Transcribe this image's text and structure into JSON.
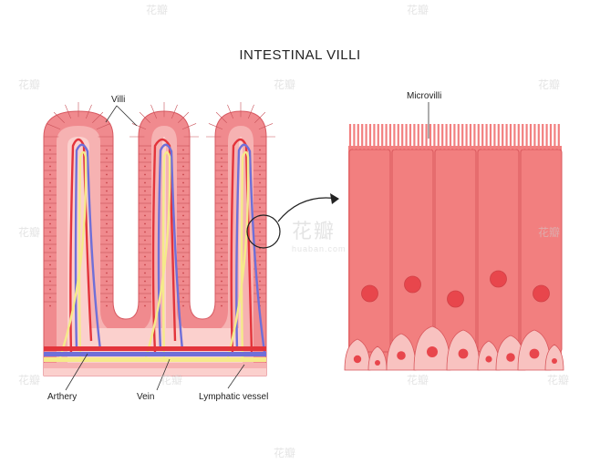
{
  "title": "INTESTINAL VILLI",
  "labels": {
    "villi": "Villi",
    "microvilli": "Microvilli",
    "artery": "Arthery",
    "vein": "Vein",
    "lymphatic": "Lymphatic vessel"
  },
  "watermark": {
    "glyph": "花瓣",
    "big": "花瓣",
    "site": "huaban.com"
  },
  "colors": {
    "tissue_outer": "#f08a8e",
    "tissue_inner": "#f6b2b2",
    "tissue_core": "#fbd0cd",
    "cell_fill": "#f27f7f",
    "cell_stroke": "#d9585d",
    "nucleus": "#e8464c",
    "artery": "#e3343b",
    "vein": "#6f6fd8",
    "lymph": "#f5ea8a"
  }
}
